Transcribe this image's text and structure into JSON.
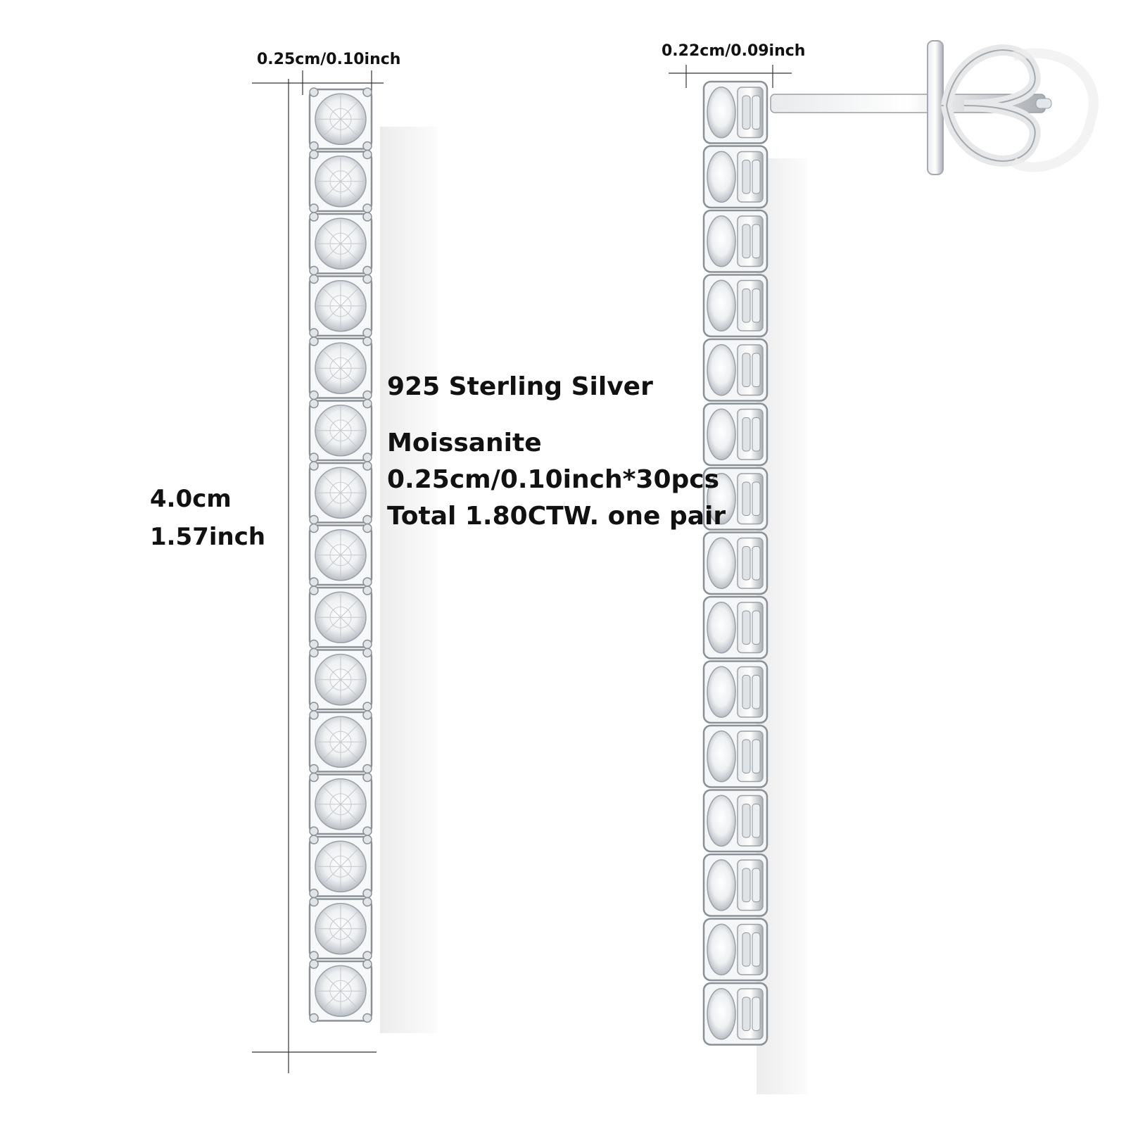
{
  "dimensions": {
    "left_width": "0.25cm/0.10inch",
    "right_width": "0.22cm/0.09inch",
    "height_cm": "4.0cm",
    "height_inch": "1.57inch"
  },
  "specs": {
    "material": "925 Sterling Silver",
    "stone": "Moissanite",
    "stone_size": "0.25cm/0.10inch*30pcs",
    "total": "Total 1.80CTW. one pair"
  },
  "product": {
    "stone_count_per_earring": 15,
    "colors": {
      "metal": "#c8ccd0",
      "metal_dark": "#8a9096",
      "stone": "#f4f6f8",
      "line": "#222222"
    }
  }
}
